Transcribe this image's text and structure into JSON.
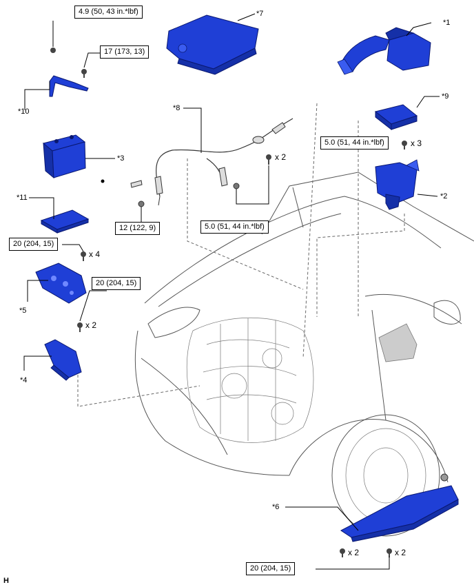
{
  "callouts": {
    "c1": "*1",
    "c2": "*2",
    "c3": "*3",
    "c4": "*4",
    "c5": "*5",
    "c6": "*6",
    "c7": "*7",
    "c8": "*8",
    "c9": "*9",
    "c10": "*10",
    "c11": "*11"
  },
  "torque": {
    "t_49": "4.9 (50, 43 in.*lbf)",
    "t_17": "17 (173, 13)",
    "t_50_right": "5.0 (51, 44 in.*lbf)",
    "t_12": "12 (122, 9)",
    "t_50_center": "5.0 (51, 44 in.*lbf)",
    "t_20_left": "20 (204, 15)",
    "t_20_mid": "20 (204, 15)",
    "t_20_bottom": "20 (204, 15)"
  },
  "quantities": {
    "q_x2_center": "x 2",
    "q_x3": "x 3",
    "q_x4": "x 4",
    "q_x2_left": "x 2",
    "q_x2_bottom_a": "x 2",
    "q_x2_bottom_b": "x 2"
  },
  "footer": {
    "code": "H"
  },
  "colors": {
    "part": "#1f3fd6",
    "outline": "#555555"
  }
}
